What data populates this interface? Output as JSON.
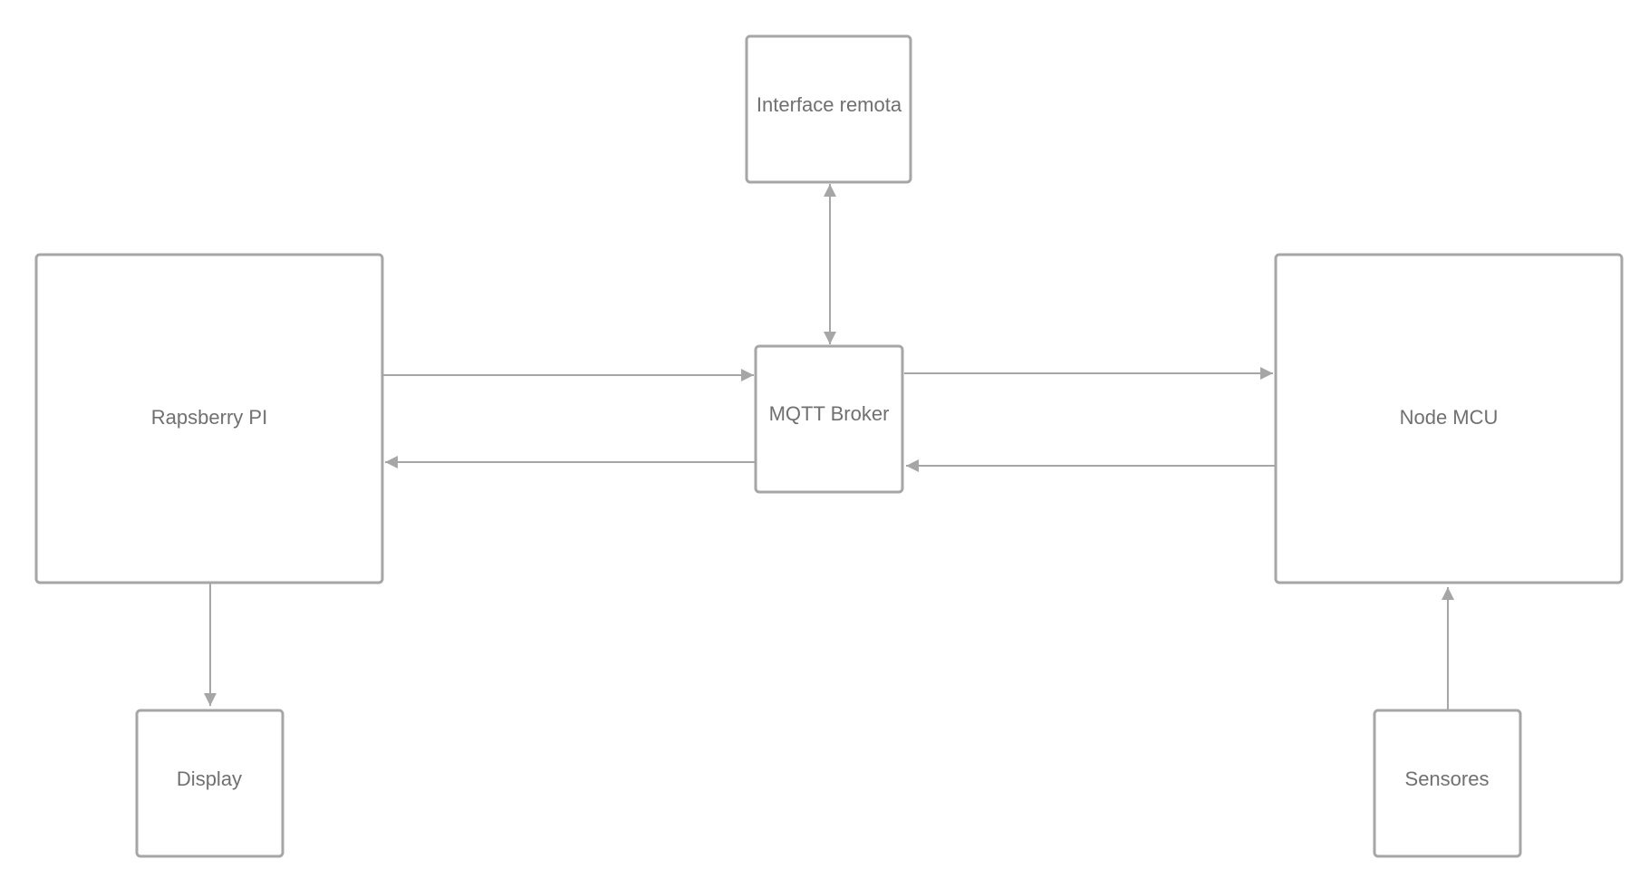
{
  "diagram": {
    "nodes": {
      "interface_remota": "Interface remota",
      "mqtt_broker": "MQTT Broker",
      "raspberry_pi": "Rapsberry PI",
      "node_mcu": "Node MCU",
      "display": "Display",
      "sensores": "Sensores"
    }
  },
  "colors": {
    "stroke": "#a6a6a6",
    "text": "#707070",
    "background": "#ffffff"
  }
}
